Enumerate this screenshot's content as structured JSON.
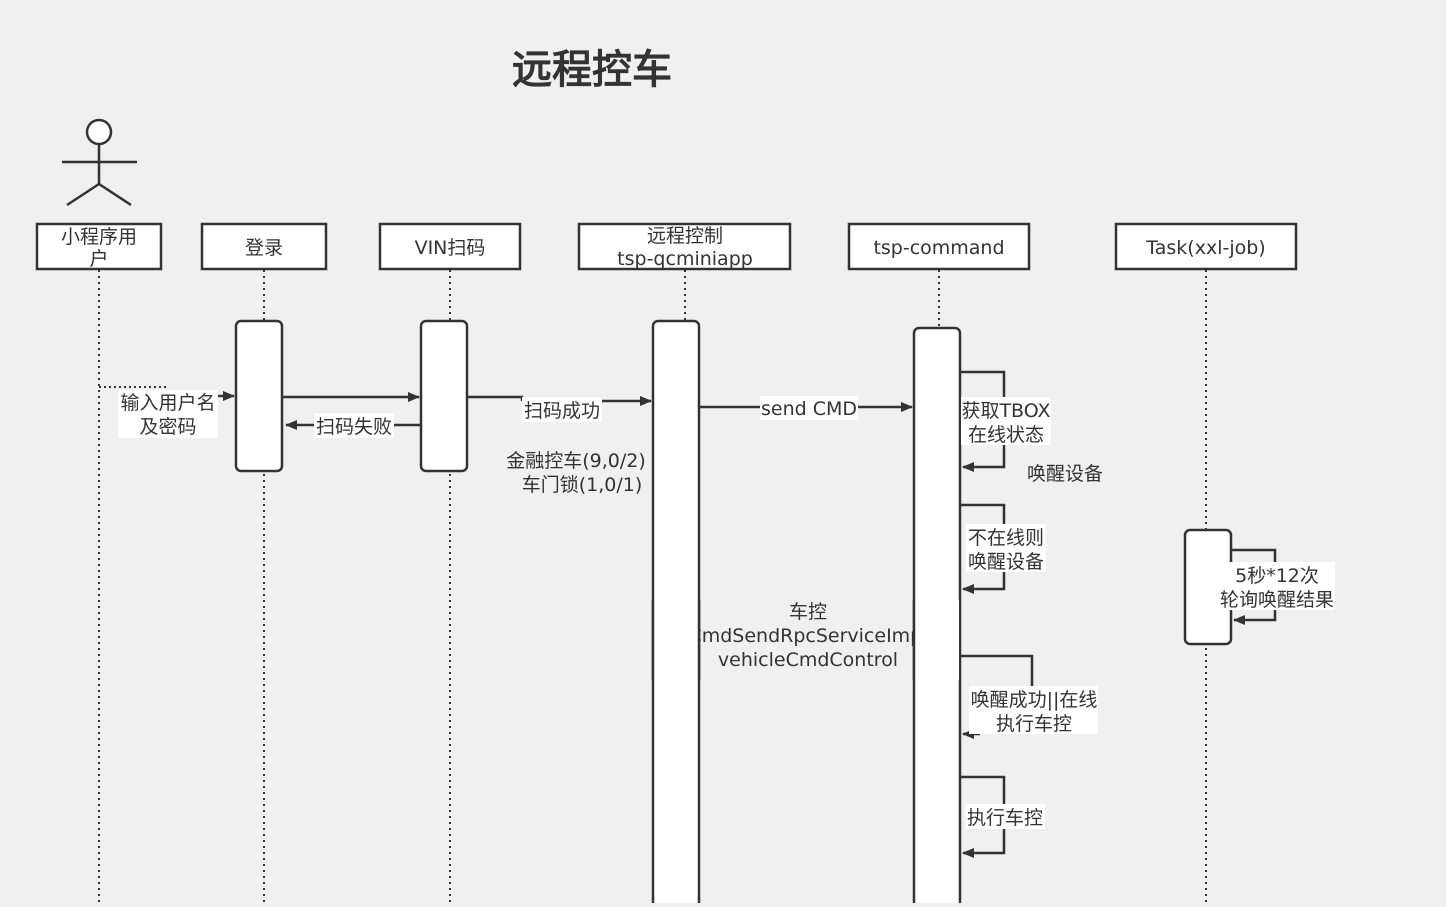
{
  "title": "远程控车",
  "actor": {
    "label_line1": "小程序用",
    "label_line2": "户"
  },
  "participants": {
    "login": "登录",
    "vin": "VIN扫码",
    "remote_line1": "远程控制",
    "remote_line2": "tsp-qcminiapp",
    "command": "tsp-command",
    "task": "Task(xxl-job)"
  },
  "messages": {
    "input_line1": "输入用户名",
    "input_line2": "及密码",
    "scan_fail": "扫码失败",
    "scan_success": "扫码成功",
    "finance_line1": "金融控车(9,0/2)",
    "finance_line2": "车门锁(1,0/1)",
    "send_cmd": "send CMD",
    "rpc_line1": "车控",
    "rpc_line2": "CmdSendRpcServiceImpl",
    "rpc_line3": "vehicleCmdControl",
    "tbox_line1": "获取TBOX",
    "tbox_line2": "在线状态",
    "wake_device": "唤醒设备",
    "offline_line1": "不在线则",
    "offline_line2": "唤醒设备",
    "poll_line1": "5秒*12次",
    "poll_line2": "轮询唤醒结果",
    "wake_ok_line1": "唤醒成功||在线",
    "wake_ok_line2": "执行车控",
    "exec": "执行车控"
  },
  "colors": {
    "background": "#f0f0f0",
    "stroke": "#333333",
    "fill": "#ffffff"
  }
}
